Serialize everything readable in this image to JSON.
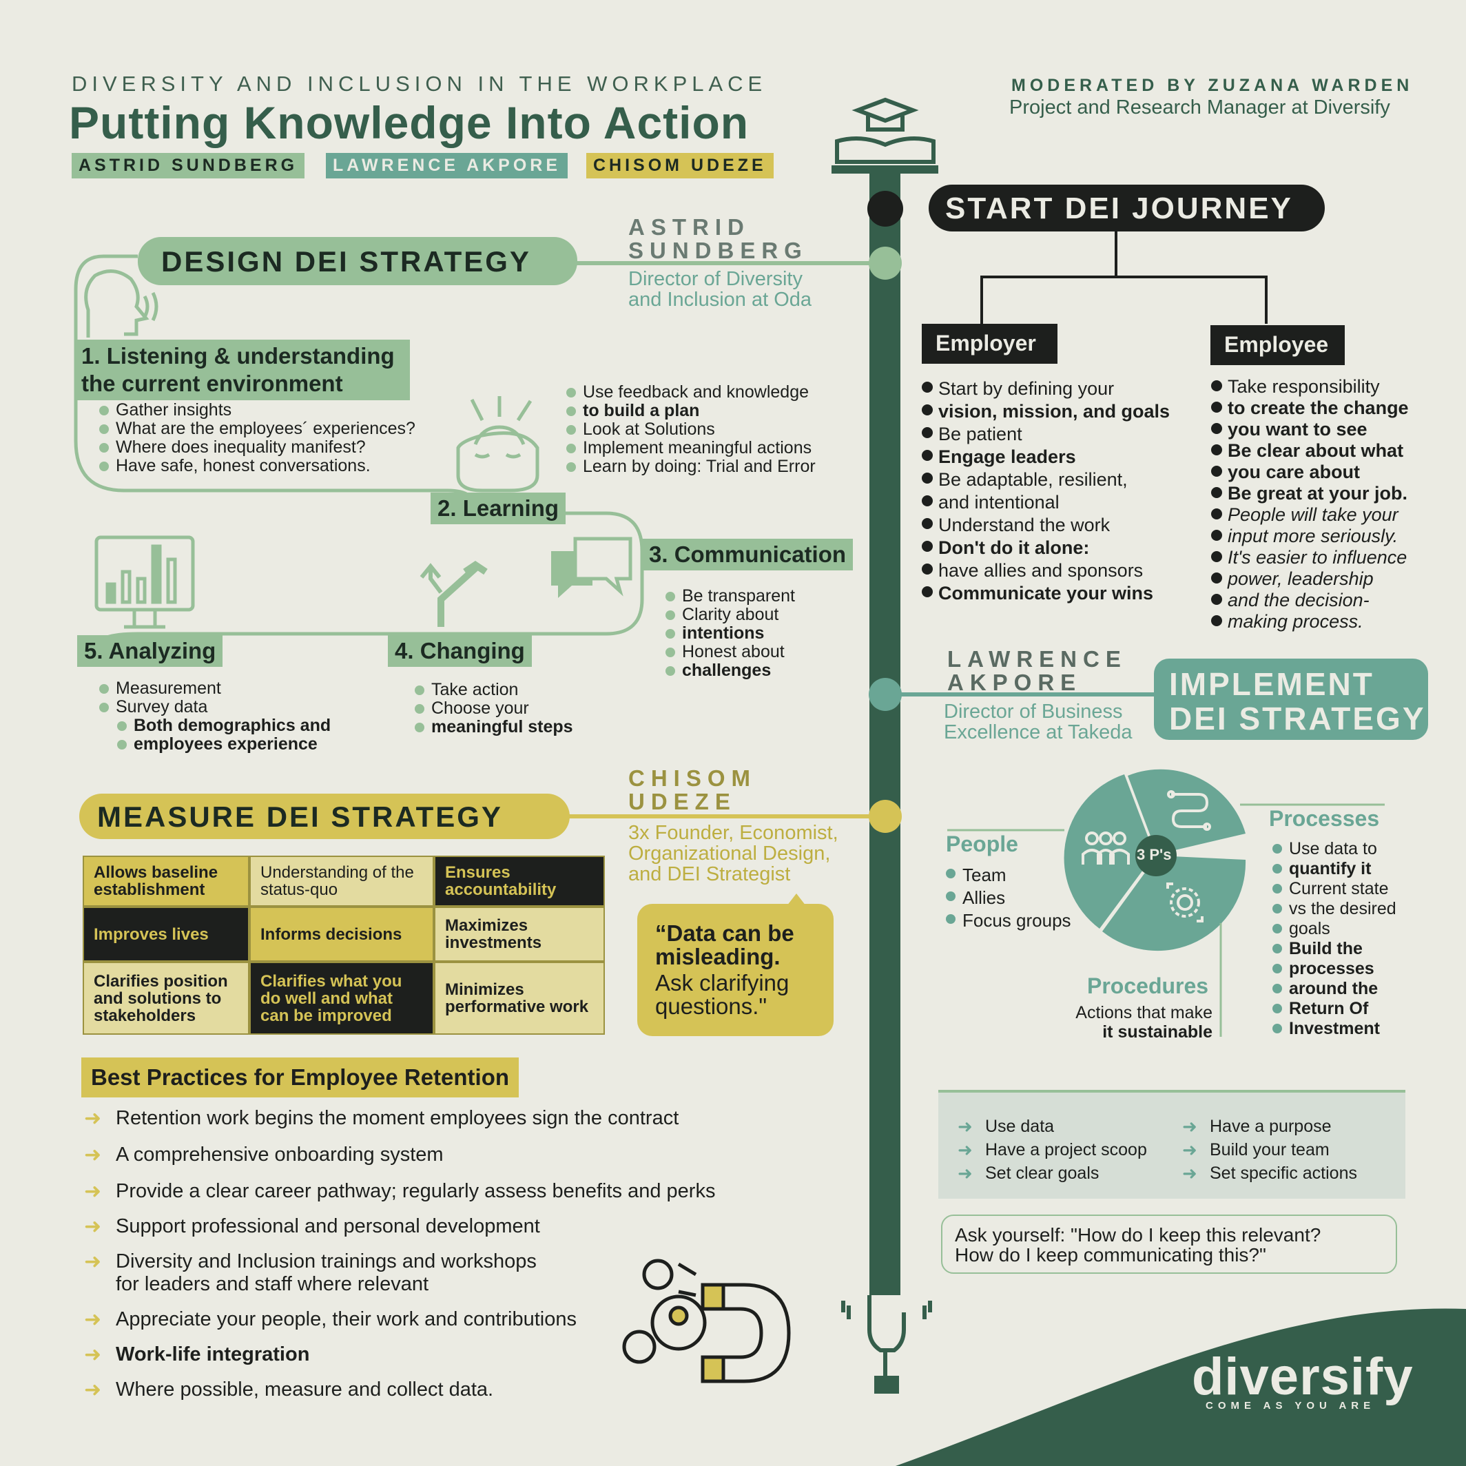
{
  "header": {
    "kicker": "DIVERSITY AND INCLUSION IN THE WORKPLACE",
    "title": "Putting Knowledge Into Action",
    "speakers": [
      "ASTRID SUNDBERG",
      "LAWRENCE AKPORE",
      "CHISOM UDEZE"
    ],
    "moderated_by": "MODERATED BY ZUZANA WARDEN",
    "moderator_role": "Project and Research Manager at Diversify"
  },
  "colors": {
    "dark_green": "#355e4b",
    "sage": "#97bf98",
    "teal": "#6aa695",
    "mustard": "#d5c356",
    "black": "#1d1f1d",
    "bg": "#ebebe3"
  },
  "design": {
    "title": "DESIGN DEI STRATEGY",
    "speaker_l1": "ASTRID",
    "speaker_l2": "SUNDBERG",
    "role_l1": "Director of Diversity",
    "role_l2": "and Inclusion at Oda",
    "step1_l1": "1. Listening  & understanding",
    "step1_l2": "the current environment",
    "s1": [
      "Gather insights",
      "What are the employees´ experiences?",
      "Where does inequality manifest?",
      "Have safe, honest conversations."
    ],
    "step2": "2. Learning",
    "s2": [
      "Use feedback and knowledge",
      "to build a plan",
      "Look at Solutions",
      "Implement meaningful actions",
      "Learn by doing: Trial and Error"
    ],
    "step3": "3. Communication",
    "s3": [
      "Be transparent",
      "Clarity about",
      "intentions",
      "Honest about",
      "challenges"
    ],
    "step4": "4. Changing",
    "s4": [
      "Take action",
      "Choose your",
      "meaningful steps"
    ],
    "step5": "5. Analyzing",
    "s5": [
      "Measurement",
      "Survey data",
      "Both demographics and",
      "employees experience"
    ]
  },
  "journey": {
    "title": "START DEI JOURNEY",
    "employer": "Employer",
    "employee": "Employee",
    "employer_items": [
      "Start by defining your",
      "vision, mission, and goals",
      "Be patient",
      "Engage leaders",
      "Be adaptable, resilient,",
      "and intentional",
      "Understand the work",
      "Don't do it alone:",
      "have allies and sponsors",
      "Communicate your wins"
    ],
    "employee_items": [
      "Take responsibility",
      "to create the change",
      "you want to see",
      "Be clear about what",
      "you care about",
      "Be great at your job.",
      "People will take your",
      "input more seriously.",
      "It's easier to influence",
      "power, leadership",
      "and the decision-",
      "making process."
    ]
  },
  "implement": {
    "title_l1": "IMPLEMENT",
    "title_l2": "DEI STRATEGY",
    "speaker_l1": "LAWRENCE",
    "speaker_l2": "AKPORE",
    "role_l1": "Director of Business",
    "role_l2": "Excellence at Takeda",
    "center": "3 P's",
    "people": "People",
    "people_items": [
      "Team",
      "Allies",
      "Focus groups"
    ],
    "processes": "Processes",
    "processes_items": [
      "Use data to",
      "quantify it",
      "Current state",
      "vs the desired",
      "goals",
      "Build the",
      "processes",
      "around the",
      "Return Of",
      "Investment"
    ],
    "procedures": "Procedures",
    "procedures_l1": "Actions that make",
    "procedures_l2": "it sustainable",
    "tips_left": [
      "Use data",
      "Have a project scoop",
      "Set clear goals"
    ],
    "tips_right": [
      "Have a purpose",
      "Build your team",
      "Set specific actions"
    ],
    "ask_l1": "Ask yourself: \"How do I keep this relevant?",
    "ask_l2": "How do I keep communicating this?\""
  },
  "measure": {
    "title": "MEASURE DEI STRATEGY",
    "speaker_l1": "CHISOM",
    "speaker_l2": "UDEZE",
    "role_l1": "3x Founder, Economist,",
    "role_l2": "Organizational Design,",
    "role_l3": "and DEI Strategist",
    "quote_l1": "“Data can be",
    "quote_l2": "misleading.",
    "quote_l3": "Ask clarifying",
    "quote_l4": "questions.\"",
    "grid": [
      "Allows baseline establishment",
      "Understanding of the status-quo",
      "Ensures accountability",
      "Improves lives",
      "Informs decisions",
      "Maximizes investments",
      "Clarifies position and solutions to stakeholders",
      "Clarifies what you do well and what can be improved",
      "Minimizes performative work"
    ]
  },
  "retention": {
    "title": "Best Practices for Employee Retention",
    "items": [
      "Retention work begins the moment employees sign the contract",
      "A comprehensive onboarding system",
      "Provide a clear career pathway; regularly assess benefits and perks",
      "Support professional and personal development",
      "Diversity and Inclusion trainings and workshops",
      "for leaders and staff where relevant",
      "Appreciate your people, their work and contributions",
      "Work-life integration",
      "Where possible, measure and collect data."
    ]
  },
  "brand": {
    "name": "diversify",
    "tagline": "COME AS YOU ARE"
  }
}
